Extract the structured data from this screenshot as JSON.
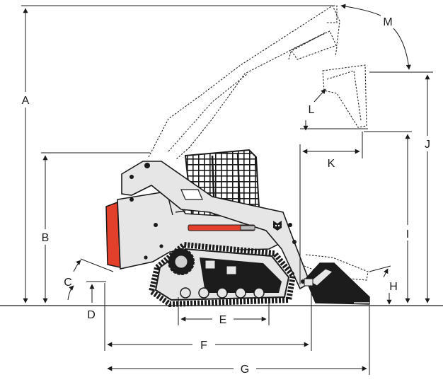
{
  "diagram": {
    "labels": {
      "A": "A",
      "B": "B",
      "C": "C",
      "D": "D",
      "E": "E",
      "F": "F",
      "G": "G",
      "H": "H",
      "I": "I",
      "J": "J",
      "K": "K",
      "L": "L",
      "M": "M"
    },
    "colors": {
      "line": "#1a1a1a",
      "machine_fill": "#e6e6e6",
      "track": "#1c1c1c",
      "accent_red": "#e2402b",
      "cab_dark": "#222222"
    }
  }
}
